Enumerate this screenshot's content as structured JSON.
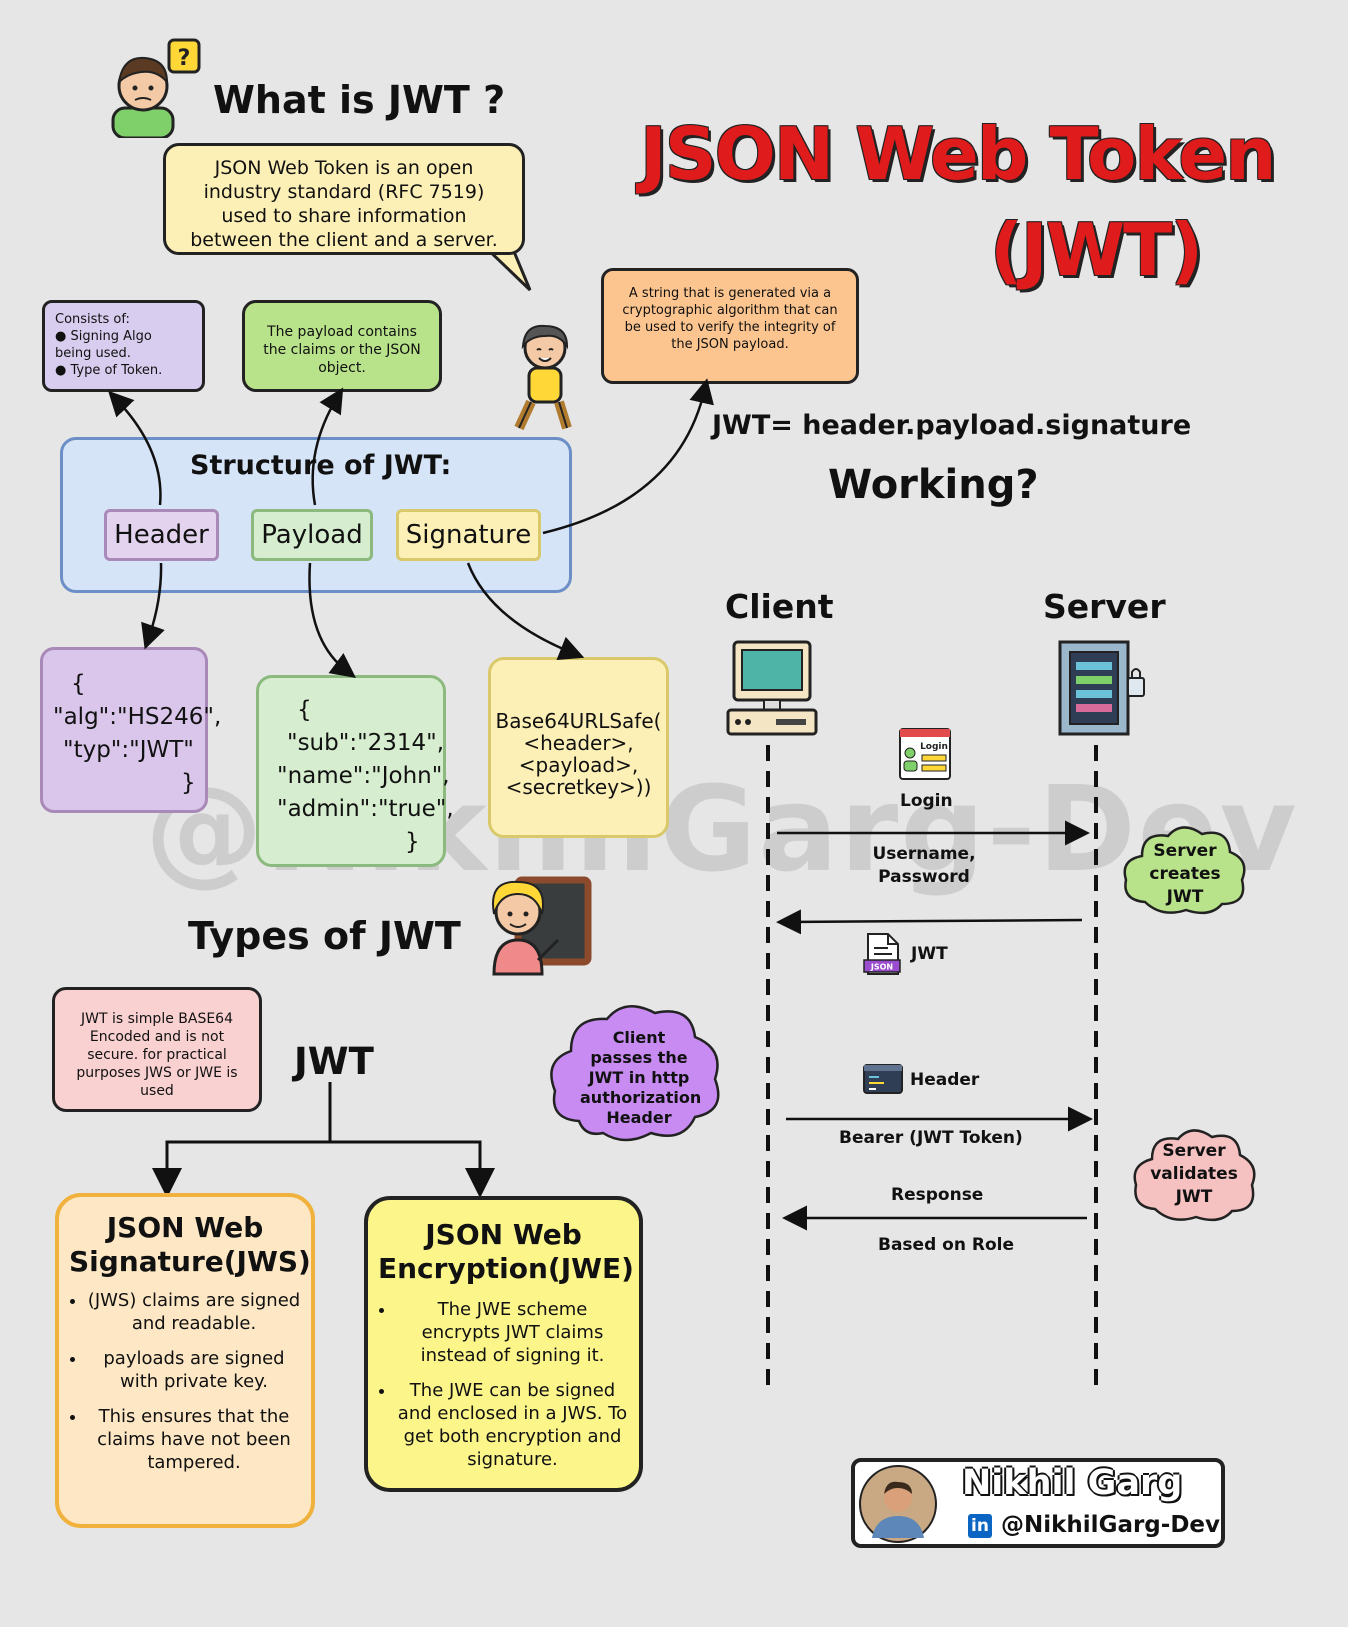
{
  "title": {
    "line1": "JSON Web Token",
    "line2": "(JWT)"
  },
  "what_is": {
    "heading": "What is JWT ?",
    "text": "JSON Web Token is an open industry standard (RFC 7519) used to share information between the client and a server."
  },
  "header_note": {
    "title": "Consists of:",
    "items": [
      "Signing Algo being used.",
      "Type of Token."
    ]
  },
  "payload_note": "The payload contains the claims or the JSON object.",
  "signature_note": "A string that is generated via a cryptographic algorithm that can be used to verify the integrity of the JSON payload.",
  "formula": "JWT= header.payload.signature",
  "structure": {
    "heading": "Structure of JWT:",
    "parts": [
      "Header",
      "Payload",
      "Signature"
    ]
  },
  "header_json": [
    "{",
    "\"alg\":\"HS246\",",
    "\"typ\":\"JWT\"",
    "}"
  ],
  "payload_json": [
    "{",
    "\"sub\":\"2314\",",
    "\"name\":\"John\",",
    "\"admin\":\"true\",",
    "}"
  ],
  "signature_code": [
    "Base64URLSafe(",
    "<header>,",
    "<payload>,",
    "<secretkey>))"
  ],
  "working": {
    "heading": "Working?",
    "client": "Client",
    "server": "Server",
    "login_icon_text": "Login",
    "login_label": "Login",
    "credentials": "Username, Password",
    "server_creates": "Server creates JWT",
    "jwt_label": "JWT",
    "json_icon_text": "JSON",
    "client_passes": "Client passes the JWT in http authorization Header",
    "header_label": "Header",
    "bearer": "Bearer (JWT Token)",
    "server_validates": "Server validates JWT",
    "response": "Response",
    "based_on_role": "Based on Role"
  },
  "types": {
    "heading": "Types of JWT",
    "note": "JWT is simple BASE64 Encoded and is not secure. for practical purposes JWS or JWE is used",
    "root": "JWT",
    "jws": {
      "title": "JSON Web Signature(JWS)",
      "points": [
        "(JWS) claims are signed and readable.",
        "payloads are signed with private key.",
        "This ensures that the claims have not been tampered."
      ]
    },
    "jwe": {
      "title": "JSON Web Encryption(JWE)",
      "points": [
        "The JWE scheme encrypts JWT claims instead of signing it.",
        "The JWE can be signed and enclosed in a JWS. To get both encryption and signature."
      ]
    }
  },
  "watermark": "@NikhilGarg-Dev",
  "author": {
    "name": "Nikhil Garg",
    "handle": "@NikhilGarg-Dev",
    "linkedin_icon_text": "in"
  },
  "colors": {
    "title_red": "#e01b1b",
    "header_purple": "#e3d3ef",
    "payload_green": "#d6eecf",
    "signature_yellow": "#fdf0b7",
    "structure_blue": "#d6e4f7",
    "jws_orange": "#fde7c4",
    "jwe_yellow": "#fbf58a"
  }
}
